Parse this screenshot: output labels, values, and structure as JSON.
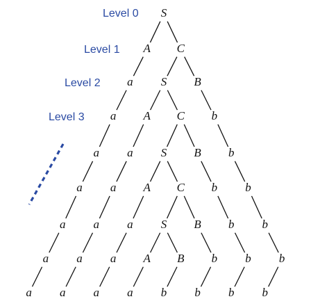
{
  "level_labels": [
    "Level 0",
    "Level 1",
    "Level 2",
    "Level 3"
  ],
  "rows": [
    [
      "S"
    ],
    [
      "A",
      "C"
    ],
    [
      "a",
      "S",
      "B"
    ],
    [
      "a",
      "A",
      "C",
      "b"
    ],
    [
      "a",
      "a",
      "S",
      "B",
      "b"
    ],
    [
      "a",
      "a",
      "A",
      "C",
      "b",
      "b"
    ],
    [
      "a",
      "a",
      "a",
      "S",
      "B",
      "b",
      "b"
    ],
    [
      "a",
      "a",
      "a",
      "A",
      "B",
      "b",
      "b",
      "b"
    ],
    [
      "a",
      "a",
      "a",
      "a",
      "b",
      "b",
      "b",
      "b"
    ]
  ],
  "edges": [
    [
      [
        0,
        0
      ],
      [
        1,
        0
      ]
    ],
    [
      [
        0,
        0
      ],
      [
        1,
        1
      ]
    ],
    [
      [
        1,
        0
      ],
      [
        2,
        0
      ]
    ],
    [
      [
        1,
        1
      ],
      [
        2,
        1
      ]
    ],
    [
      [
        1,
        1
      ],
      [
        2,
        2
      ]
    ],
    [
      [
        2,
        0
      ],
      [
        3,
        0
      ]
    ],
    [
      [
        2,
        1
      ],
      [
        3,
        1
      ]
    ],
    [
      [
        2,
        1
      ],
      [
        3,
        2
      ]
    ],
    [
      [
        2,
        2
      ],
      [
        3,
        3
      ]
    ],
    [
      [
        3,
        0
      ],
      [
        4,
        0
      ]
    ],
    [
      [
        3,
        1
      ],
      [
        4,
        1
      ]
    ],
    [
      [
        3,
        2
      ],
      [
        4,
        2
      ]
    ],
    [
      [
        3,
        2
      ],
      [
        4,
        3
      ]
    ],
    [
      [
        3,
        3
      ],
      [
        4,
        4
      ]
    ],
    [
      [
        4,
        0
      ],
      [
        5,
        0
      ]
    ],
    [
      [
        4,
        1
      ],
      [
        5,
        1
      ]
    ],
    [
      [
        4,
        2
      ],
      [
        5,
        2
      ]
    ],
    [
      [
        4,
        2
      ],
      [
        5,
        3
      ]
    ],
    [
      [
        4,
        3
      ],
      [
        5,
        4
      ]
    ],
    [
      [
        4,
        4
      ],
      [
        5,
        5
      ]
    ],
    [
      [
        5,
        0
      ],
      [
        6,
        0
      ]
    ],
    [
      [
        5,
        1
      ],
      [
        6,
        1
      ]
    ],
    [
      [
        5,
        2
      ],
      [
        6,
        2
      ]
    ],
    [
      [
        5,
        3
      ],
      [
        6,
        3
      ]
    ],
    [
      [
        5,
        3
      ],
      [
        6,
        4
      ]
    ],
    [
      [
        5,
        4
      ],
      [
        6,
        5
      ]
    ],
    [
      [
        5,
        5
      ],
      [
        6,
        6
      ]
    ],
    [
      [
        6,
        0
      ],
      [
        7,
        0
      ]
    ],
    [
      [
        6,
        1
      ],
      [
        7,
        1
      ]
    ],
    [
      [
        6,
        2
      ],
      [
        7,
        2
      ]
    ],
    [
      [
        6,
        3
      ],
      [
        7,
        3
      ]
    ],
    [
      [
        6,
        3
      ],
      [
        7,
        4
      ]
    ],
    [
      [
        6,
        4
      ],
      [
        7,
        5
      ]
    ],
    [
      [
        6,
        5
      ],
      [
        7,
        6
      ]
    ],
    [
      [
        6,
        6
      ],
      [
        7,
        7
      ]
    ],
    [
      [
        7,
        0
      ],
      [
        8,
        0
      ]
    ],
    [
      [
        7,
        1
      ],
      [
        8,
        1
      ]
    ],
    [
      [
        7,
        2
      ],
      [
        8,
        2
      ]
    ],
    [
      [
        7,
        3
      ],
      [
        8,
        3
      ]
    ],
    [
      [
        7,
        4
      ],
      [
        8,
        4
      ]
    ],
    [
      [
        7,
        5
      ],
      [
        8,
        5
      ]
    ],
    [
      [
        7,
        6
      ],
      [
        8,
        6
      ]
    ],
    [
      [
        7,
        7
      ],
      [
        8,
        7
      ]
    ]
  ],
  "colors": {
    "label": "#2a4aa3",
    "node": "#111111",
    "ellipsis": "#2a4aa3"
  }
}
